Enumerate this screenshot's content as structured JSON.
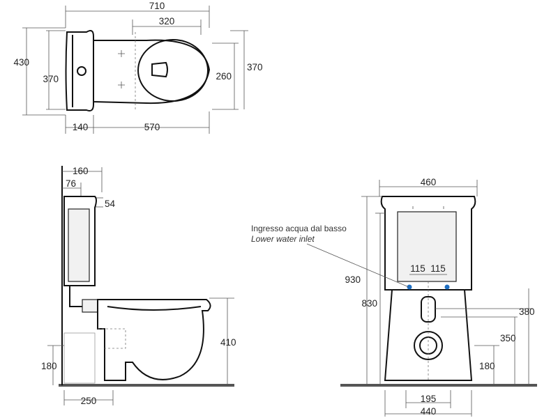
{
  "top_view": {
    "width_total": "710",
    "seat_width": "320",
    "depth_total": "430",
    "depth_tank": "370",
    "bowl_inner": "260",
    "bowl_outer": "370",
    "tank_depth": "140",
    "bowl_length": "570"
  },
  "side_view": {
    "tank_top": "160",
    "tank_inner": "76",
    "tank_lid": "54",
    "bowl_height": "410",
    "inlet_height": "180",
    "outlet_distance": "250"
  },
  "front_view": {
    "width_top": "460",
    "height_total": "930",
    "height_body": "830",
    "inlet_left": "115",
    "inlet_right": "115",
    "height_380": "380",
    "height_350": "350",
    "height_180": "180",
    "width_195": "195",
    "width_440": "440",
    "inlet_label_it": "Ingresso acqua dal basso",
    "inlet_label_en": "Lower water inlet"
  },
  "colors": {
    "line": "#111111",
    "tank_fill": "#f1f1f1",
    "floor": "#555555",
    "inlet_marker": "#1f6fc2"
  }
}
